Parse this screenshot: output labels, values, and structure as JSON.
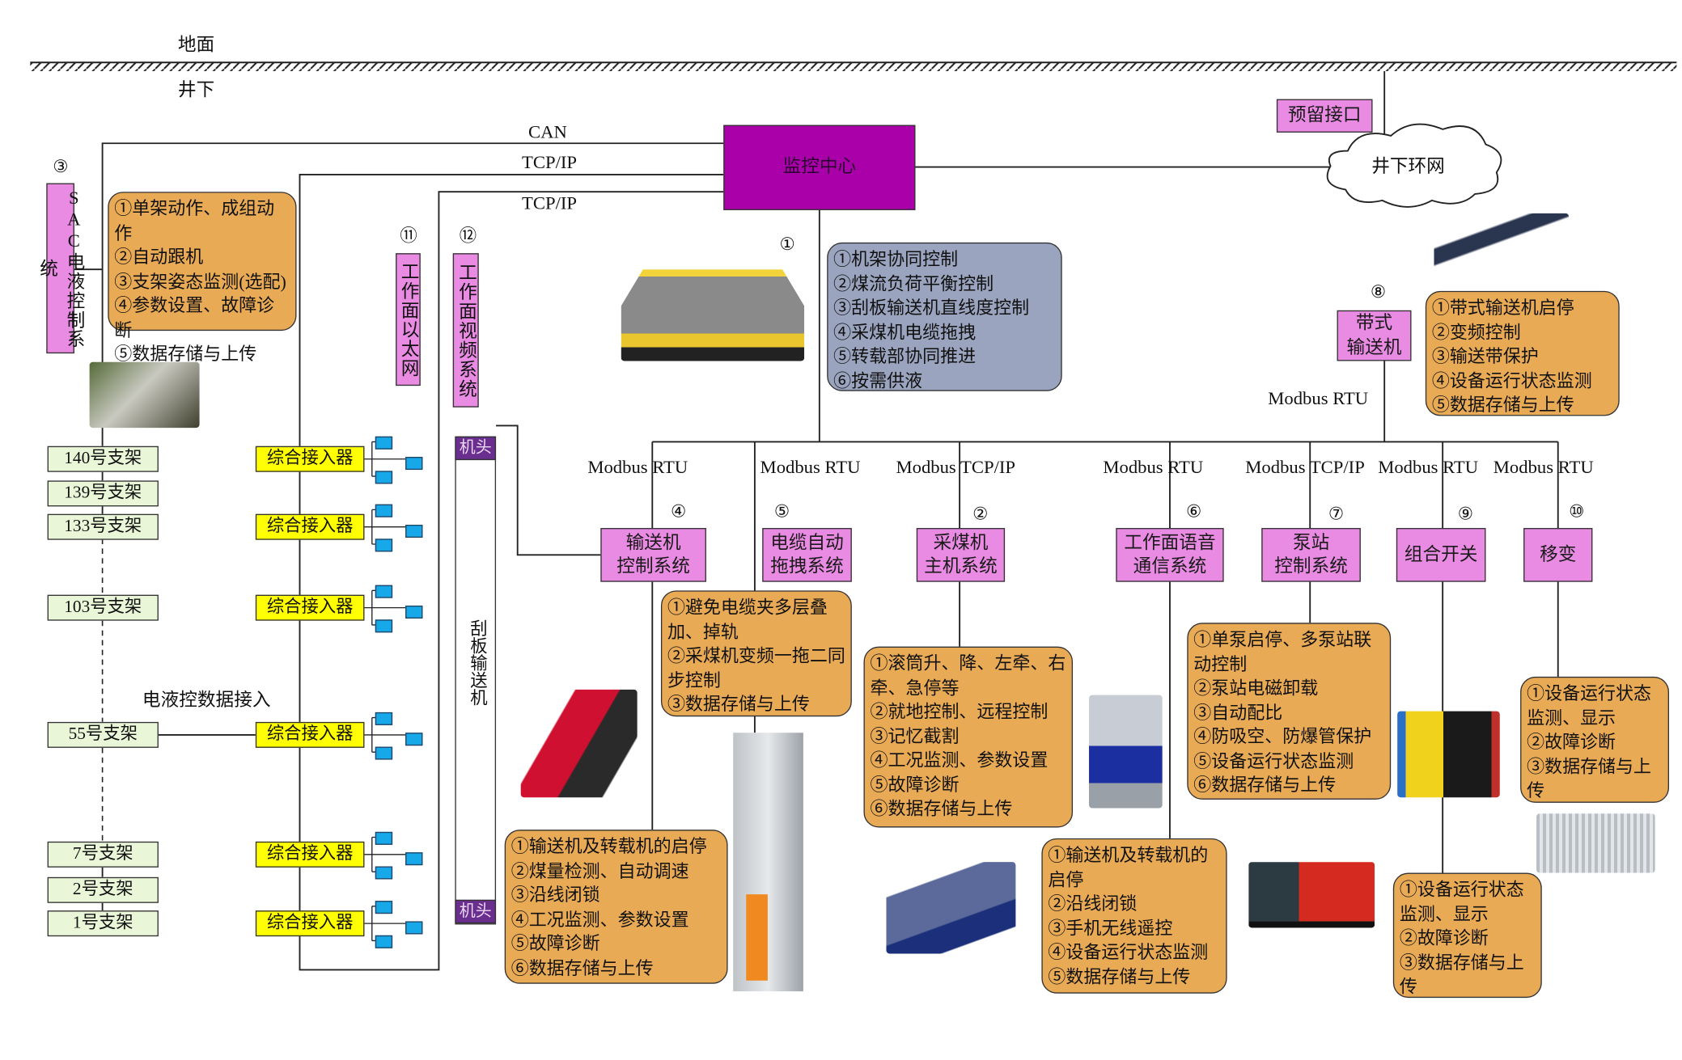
{
  "ground": {
    "above": "地面",
    "below": "井下"
  },
  "reserved_port": "预留接口",
  "ring_network": "井下环网",
  "control_center": "监控中心",
  "links": {
    "can": "CAN",
    "tcpip_1": "TCP/IP",
    "tcpip_2": "TCP/IP",
    "belt_protocol": "Modbus RTU"
  },
  "bus_labels": [
    {
      "left": "Modbus",
      "right": "RTU"
    },
    {
      "left": "Modbus",
      "right": "RTU"
    },
    {
      "left": "Modbus",
      "right": "TCP/IP"
    },
    {
      "left": "Modbus",
      "right": "RTU"
    },
    {
      "left": "Modbus",
      "right": "TCP/IP"
    },
    {
      "left": "Modbus",
      "right": "RTU"
    },
    {
      "left": "Modbus",
      "right": "RTU"
    }
  ],
  "numbers": {
    "n1": "①",
    "n2": "②",
    "n3": "③",
    "n4": "④",
    "n5": "⑤",
    "n6": "⑥",
    "n7": "⑦",
    "n8": "⑧",
    "n9": "⑨",
    "n10": "⑩",
    "n11": "⑪",
    "n12": "⑫"
  },
  "systems": {
    "sac": "SAC电液控制系统",
    "ethernet": "工作面以太网",
    "video": "工作面视频系统",
    "scraper": "刮板输送机",
    "head_top": "机头",
    "head_bottom": "机头",
    "belt": "带式\n输送机",
    "conveyor": "输送机\n控制系统",
    "cable": "电缆自动\n拖拽系统",
    "shearer": "采煤机\n主机系统",
    "voice": "工作面语音\n通信系统",
    "pump": "泵站\n控制系统",
    "switch": "组合开关",
    "transformer": "移变"
  },
  "supports": [
    "140号支架",
    "139号支架",
    "133号支架",
    "103号支架",
    "55号支架",
    "7号支架",
    "2号支架",
    "1号支架"
  ],
  "accessor_label": "综合接入器",
  "accessors": [
    "综合接入器",
    "综合接入器",
    "综合接入器",
    "综合接入器",
    "综合接入器",
    "综合接入器"
  ],
  "ehc_data_access": "电液控数据接入",
  "notes": {
    "sac": [
      "①单架动作、成组动作",
      "②自动跟机",
      "③支架姿态监测(选配)",
      "④参数设置、故障诊断",
      "⑤数据存储与上传"
    ],
    "coordination": [
      "①机架协同控制",
      "②煤流负荷平衡控制",
      "③刮板输送机直线度控制",
      "④采煤机电缆拖拽",
      "⑤转载部协同推进",
      "⑥按需供液"
    ],
    "belt": [
      "①带式输送机启停",
      "②变频控制",
      "③输送带保护",
      "④设备运行状态监测",
      "⑤数据存储与上传"
    ],
    "cable": [
      "①避免电缆夹多层叠加、掉轨",
      "②采煤机变频一拖二同步控制",
      "③数据存储与上传"
    ],
    "shearer": [
      "①滚筒升、降、左牵、右牵、急停等",
      "②就地控制、远程控制",
      "③记忆截割",
      "④工况监测、参数设置",
      "⑤故障诊断",
      "⑥数据存储与上传"
    ],
    "pump": [
      "①单泵启停、多泵站联动控制",
      "②泵站电磁卸载",
      "③自动配比",
      "④防吸空、防爆管保护",
      "⑤设备运行状态监测",
      "⑥数据存储与上传"
    ],
    "transformer": [
      "①设备运行状态监测、显示",
      "②故障诊断",
      "③数据存储与上传"
    ],
    "conveyor": [
      "①输送机及转载机的启停",
      "②煤量检测、自动调速",
      "③沿线闭锁",
      "④工况监测、参数设置",
      "⑤故障诊断",
      "⑥数据存储与上传"
    ],
    "voice": [
      "①输送机及转载机的启停",
      "②沿线闭锁",
      "③手机无线遥控",
      "④设备运行状态监测",
      "⑤数据存储与上传"
    ],
    "switch": [
      "①设备运行状态监测、显示",
      "②故障诊断",
      "③数据存储与上传"
    ]
  },
  "colors": {
    "control_center": "#AA00AA",
    "system_box": "#E98BE3",
    "note": "#E9AA55",
    "note_grey": "#9AA4BE",
    "accessor": "#FFFF00",
    "support": "#EAF6D8",
    "machine_head": "#6A2E8E"
  }
}
